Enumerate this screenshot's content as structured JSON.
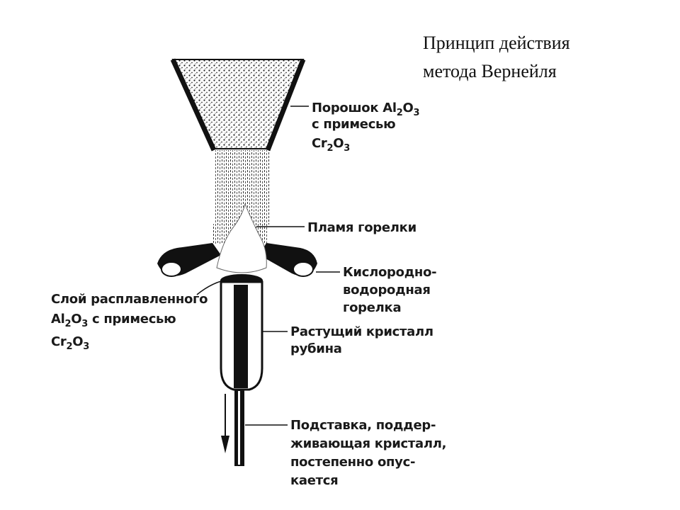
{
  "title": {
    "line1": "Принцип действия",
    "line2": "метода Вернейля"
  },
  "labels": {
    "powder": {
      "line1_prefix": "Порошок ",
      "formula1": [
        "Al",
        "2",
        "O",
        "3"
      ],
      "line2": "с примесью",
      "formula2": [
        "Cr",
        "2",
        "O",
        "3"
      ]
    },
    "flame": "Пламя горелки",
    "burner": [
      "Кислородно-",
      "водородная",
      "горелка"
    ],
    "melt": {
      "line1": "Слой расплавленного",
      "formula1": [
        "Al",
        "2",
        "O",
        "3"
      ],
      "line2_suffix": " с примесью",
      "formula2": [
        "Cr",
        "2",
        "O",
        "3"
      ]
    },
    "crystal": [
      "Растущий кристалл",
      "рубина"
    ],
    "stand": [
      "Подставка, поддер-",
      "живающая кристалл,",
      "постепенно опус-",
      "кается"
    ]
  }
}
